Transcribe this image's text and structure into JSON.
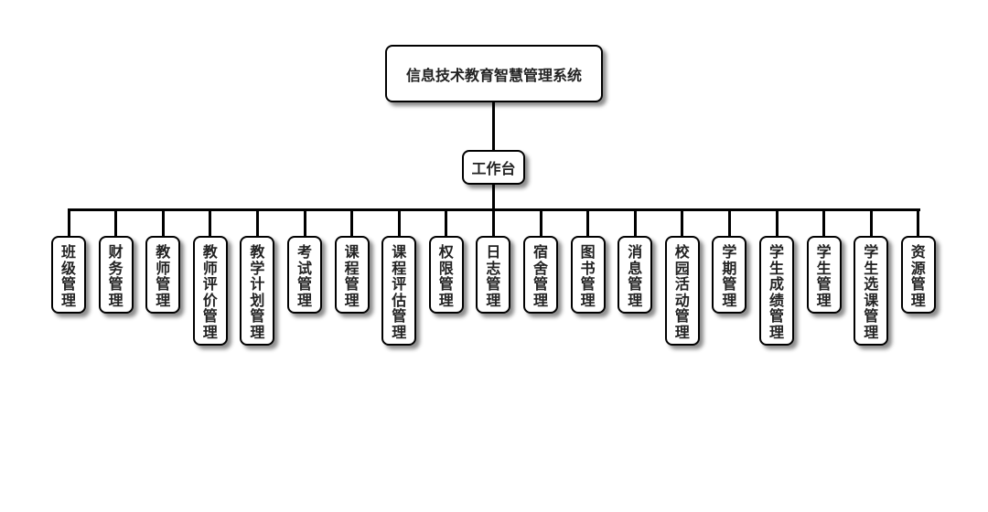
{
  "root": {
    "label": "信息技术教育智慧管理系统"
  },
  "hub": {
    "label": "工作台"
  },
  "modules": [
    {
      "label": "班级管理"
    },
    {
      "label": "财务管理"
    },
    {
      "label": "教师管理"
    },
    {
      "label": "教师评价管理"
    },
    {
      "label": "教学计划管理"
    },
    {
      "label": "考试管理"
    },
    {
      "label": "课程管理"
    },
    {
      "label": "课程评估管理"
    },
    {
      "label": "权限管理"
    },
    {
      "label": "日志管理"
    },
    {
      "label": "宿舍管理"
    },
    {
      "label": "图书管理"
    },
    {
      "label": "消息管理"
    },
    {
      "label": "校园活动管理"
    },
    {
      "label": "学期管理"
    },
    {
      "label": "学生成绩管理"
    },
    {
      "label": "学生管理"
    },
    {
      "label": "学生选课管理"
    },
    {
      "label": "资源管理"
    }
  ]
}
